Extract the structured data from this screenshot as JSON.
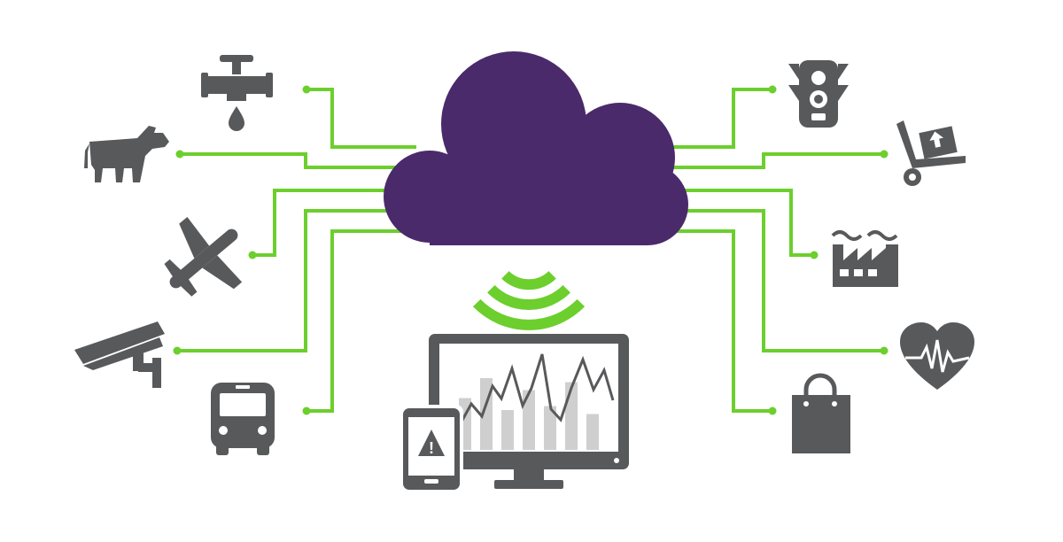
{
  "colors": {
    "cloud": "#4a2a6a",
    "connector": "#6ccf2d",
    "icon": "#58595b",
    "icon_light": "#cfcfcf",
    "background": "#ffffff"
  },
  "hub": {
    "icon": "cloud-icon"
  },
  "signal": {
    "icon": "wireless-signal-icon",
    "arcs": 3
  },
  "devices": [
    {
      "icon": "monitor-chart-icon",
      "chart_bars": [
        0.65,
        0.9,
        0.5,
        0.75,
        0.55,
        0.85,
        0.45
      ]
    },
    {
      "icon": "tablet-warning-icon",
      "symbol": "!"
    }
  ],
  "left_endpoints": [
    {
      "icon": "water-faucet-icon"
    },
    {
      "icon": "cow-icon"
    },
    {
      "icon": "airplane-icon"
    },
    {
      "icon": "security-camera-icon"
    },
    {
      "icon": "bus-icon"
    }
  ],
  "right_endpoints": [
    {
      "icon": "traffic-light-icon"
    },
    {
      "icon": "hand-truck-icon"
    },
    {
      "icon": "factory-icon"
    },
    {
      "icon": "heart-rate-icon"
    },
    {
      "icon": "shopping-bag-icon"
    }
  ]
}
